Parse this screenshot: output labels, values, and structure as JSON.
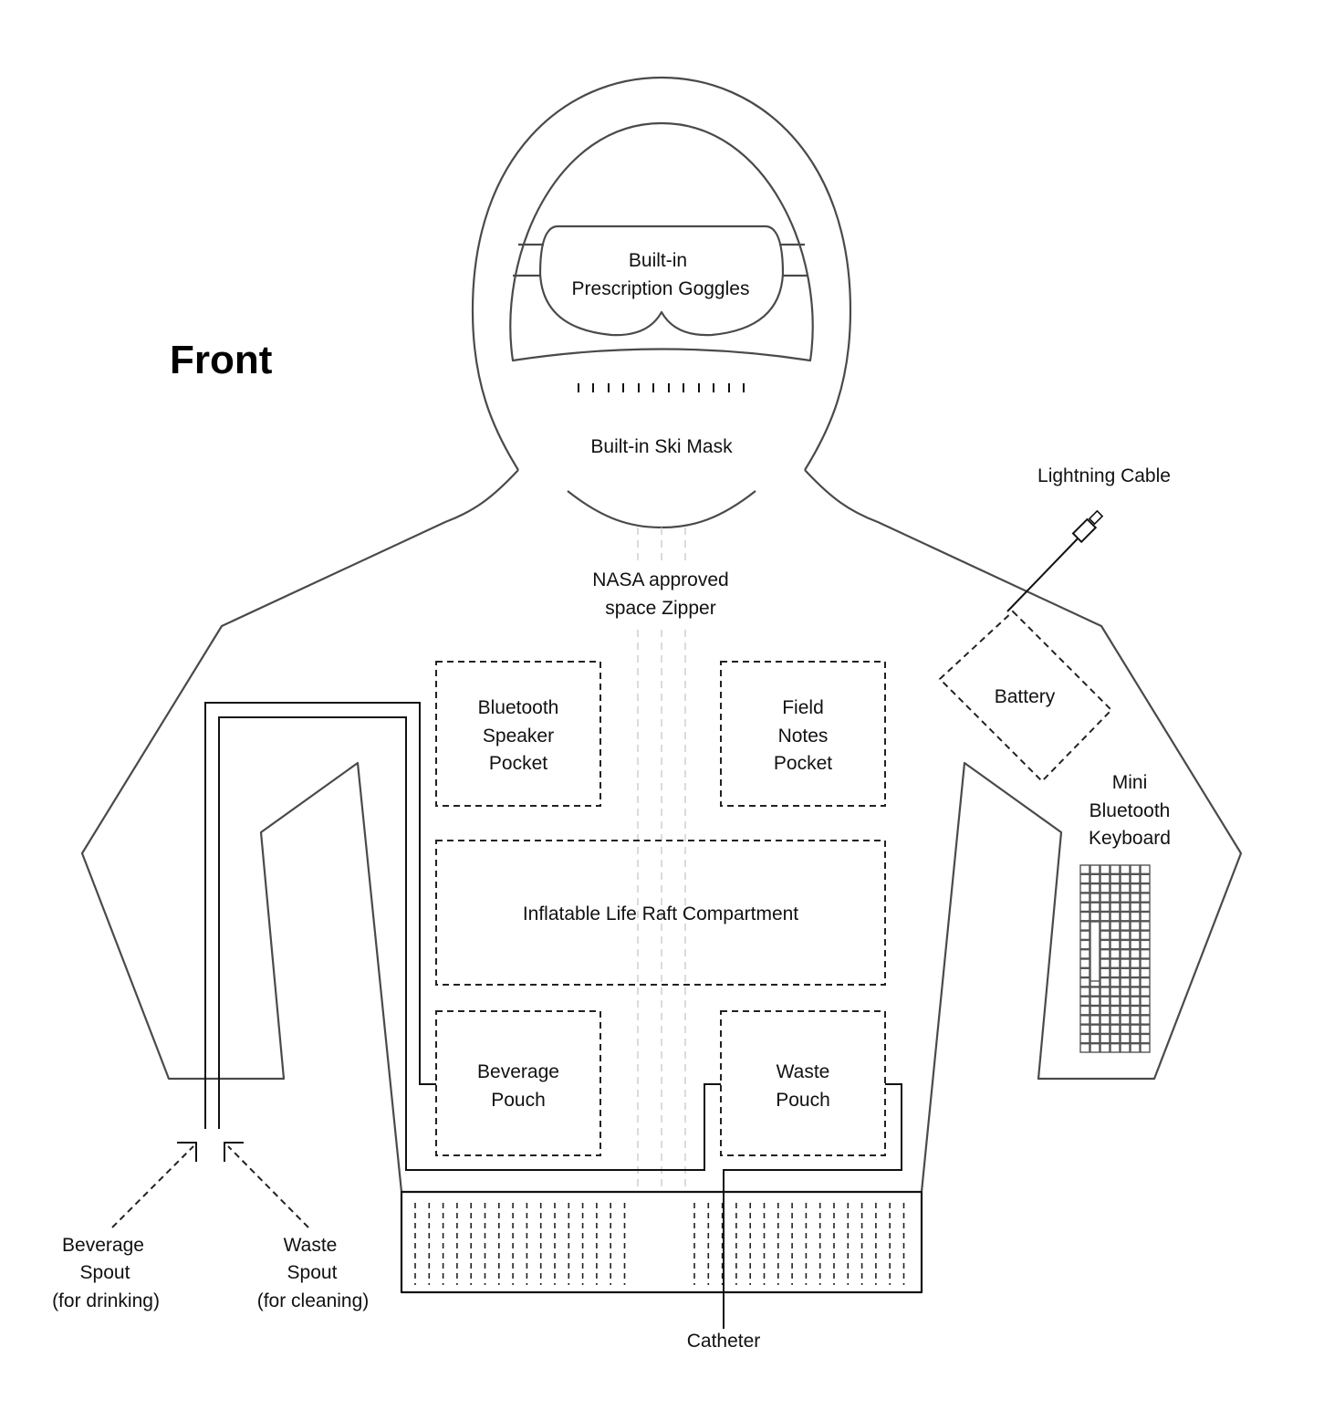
{
  "title": "Front",
  "labels": {
    "goggles": [
      "Built-in",
      "Prescription Goggles"
    ],
    "ski_mask": "Built-in Ski Mask",
    "lightning_cable": "Lightning Cable",
    "zipper": [
      "NASA approved",
      "space Zipper"
    ],
    "battery": "Battery",
    "bluetooth_speaker_pocket": [
      "Bluetooth",
      "Speaker",
      "Pocket"
    ],
    "field_notes_pocket": [
      "Field",
      "Notes",
      "Pocket"
    ],
    "keyboard": [
      "Mini",
      "Bluetooth",
      "Keyboard"
    ],
    "life_raft": "Inflatable Life Raft Compartment",
    "beverage_pouch": [
      "Beverage",
      "Pouch"
    ],
    "waste_pouch": [
      "Waste",
      "Pouch"
    ],
    "beverage_spout": [
      "Beverage",
      "Spout",
      "(for drinking)"
    ],
    "waste_spout": [
      "Waste",
      "Spout",
      "(for cleaning)"
    ],
    "catheter": "Catheter"
  },
  "colors": {
    "outline": "#4a4a4a",
    "line": "#111111",
    "zipper": "#cfcfcf",
    "background": "#ffffff"
  }
}
